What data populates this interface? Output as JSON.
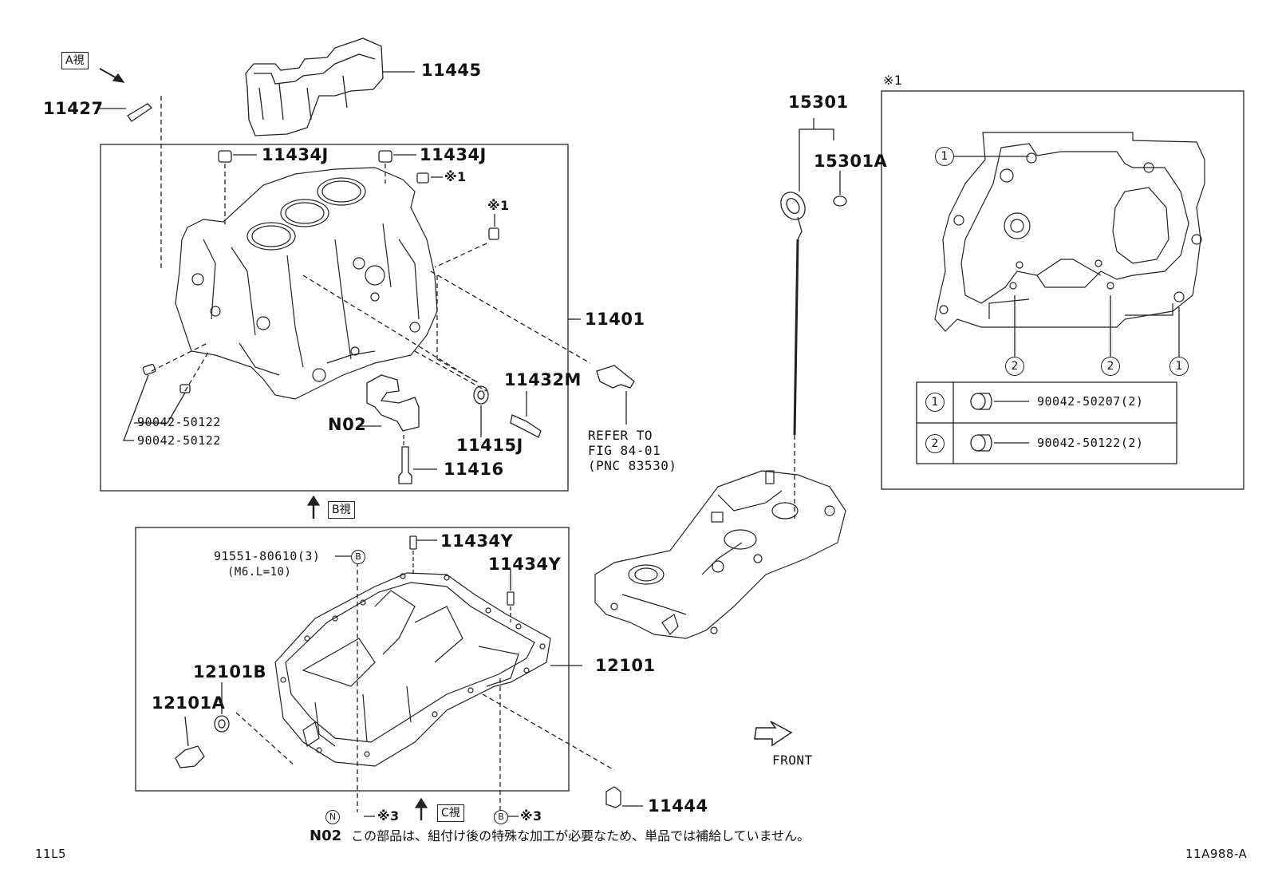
{
  "labels": {
    "a_view": "A視",
    "b_view": "B視",
    "c_view": "C視",
    "p11445": "11445",
    "p11427": "11427",
    "p11434J_1": "11434J",
    "p11434J_2": "11434J",
    "ref1_a": "※1",
    "ref1_b": "※1",
    "p11401": "11401",
    "p11432M": "11432M",
    "p11415J": "11415J",
    "p11416": "11416",
    "n02": "N02",
    "p90042_50122_a": "90042-50122",
    "p90042_50122_b": "90042-50122",
    "refer_line1": "REFER TO",
    "refer_line2": "FIG 84-01",
    "refer_line3": "(PNC 83530)",
    "p15301": "15301",
    "p15301A": "15301A",
    "p11434Y_1": "11434Y",
    "p11434Y_2": "11434Y",
    "p91551": "91551-80610(3)",
    "p91551_spec": "(M6.L=10)",
    "circle_b": "B",
    "circle_n": "N",
    "p12101": "12101",
    "p12101B": "12101B",
    "p12101A": "12101A",
    "p11444": "11444",
    "ref3_a": "※3",
    "ref3_b": "※3",
    "front": "FRONT",
    "ref1_panel": "※1",
    "circle_1": "1",
    "circle_2": "2",
    "code_left": "11L5",
    "code_right": "11A988-A"
  },
  "detail_table": {
    "rows": [
      {
        "key": "1",
        "part": "90042-50207(2)"
      },
      {
        "key": "2",
        "part": "90042-50122(2)"
      }
    ]
  },
  "note": {
    "code": "N02",
    "text": "この部品は、組付け後の特殊な加工が必要なため、単品では補給していません。"
  }
}
